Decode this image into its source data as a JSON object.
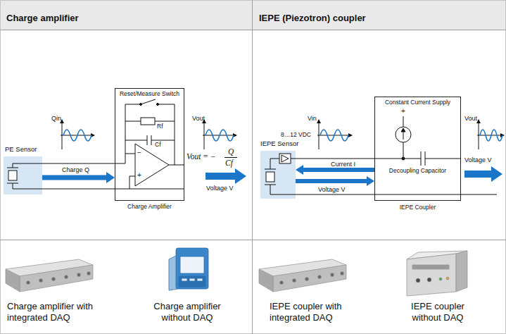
{
  "diagram": {
    "nodes": [
      {
        "text": [
          "Charge amplifier"
        ]
      },
      {
        "text": [
          "IEPE (Piezotron) coupler"
        ]
      },
      {
        "text": [
          "PE Sensor"
        ]
      },
      {
        "text": [
          "Reset/Measure Switch",
          "Charge Amplifier"
        ]
      },
      {
        "text": [
          "IEPE Sensor"
        ]
      },
      {
        "text": [
          "Constant Current Supply",
          "Decoupling Capacitor",
          "IEPE Coupler"
        ]
      }
    ],
    "edges": [
      {
        "from": 2,
        "to": 3,
        "arrow": "to",
        "label": "Charge Q"
      },
      {
        "from": 2,
        "to": 3,
        "arrow": "none"
      },
      {
        "from": 2,
        "to": 3,
        "arrow": "none"
      },
      {
        "from": 5,
        "to": 4,
        "arrow": "to",
        "label": "Current I"
      },
      {
        "from": 4,
        "to": 5,
        "arrow": "to",
        "label": "Voltage V"
      },
      {
        "from": 4,
        "to": 5,
        "arrow": "none"
      },
      {
        "from": 4,
        "to": 5,
        "arrow": "none"
      }
    ],
    "labels": [
      "Qin",
      "Rf",
      "Cf",
      "−",
      "+",
      "Vout",
      "Vout = −",
      "Q",
      "Cf",
      "Voltage V",
      "Vin",
      "8…12 VDC",
      "+",
      "Vout",
      "Voltage V",
      "Charge amplifier with integrated DAQ",
      "Charge amplifier without DAQ",
      "IEPE coupler with integrated DAQ",
      "IEPE coupler without DAQ"
    ]
  }
}
